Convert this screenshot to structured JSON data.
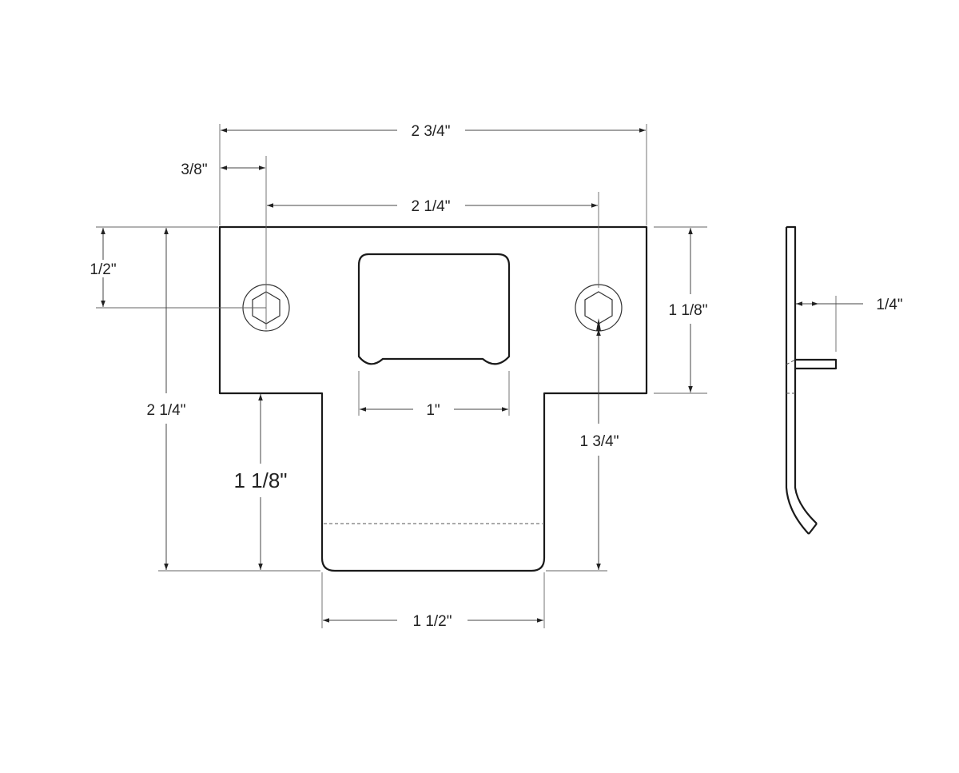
{
  "dimensions": {
    "overall_width": "2 3/4\"",
    "hole_offset": "3/8\"",
    "hole_spacing": "2 1/4\"",
    "hole_height": "1/2\"",
    "overall_height": "2 1/4\"",
    "tongue_depth": "1 1/8\"",
    "plate_height": "1 1/8\"",
    "lip_height": "1 3/4\"",
    "opening_width": "1\"",
    "tongue_width": "1 1/2\"",
    "side_offset": "1/4\""
  }
}
